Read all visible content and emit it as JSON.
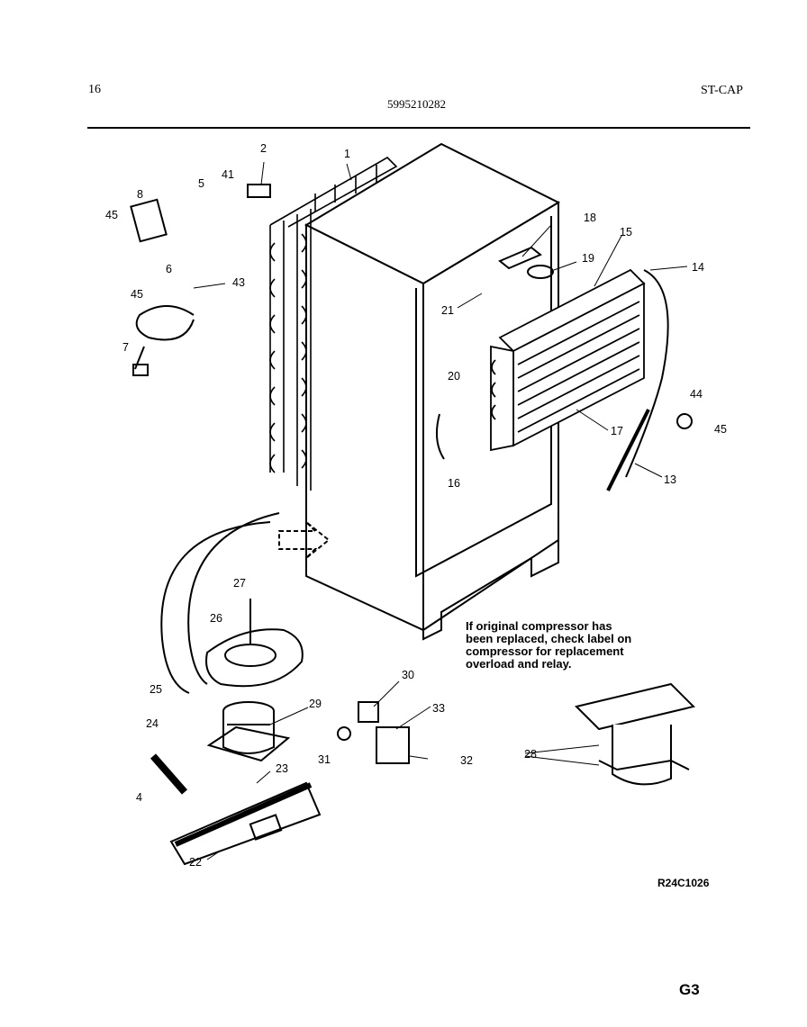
{
  "header": {
    "page_number": "16",
    "model_number": "5995210282",
    "section_code": "ST-CAP"
  },
  "callouts": [
    {
      "id": "c1",
      "text": "1"
    },
    {
      "id": "c2",
      "text": "2"
    },
    {
      "id": "c41",
      "text": "41"
    },
    {
      "id": "c5",
      "text": "5"
    },
    {
      "id": "c8",
      "text": "8"
    },
    {
      "id": "c45a",
      "text": "45"
    },
    {
      "id": "c6",
      "text": "6"
    },
    {
      "id": "c45b",
      "text": "45"
    },
    {
      "id": "c43",
      "text": "43"
    },
    {
      "id": "c7",
      "text": "7"
    },
    {
      "id": "c18",
      "text": "18"
    },
    {
      "id": "c15",
      "text": "15"
    },
    {
      "id": "c19",
      "text": "19"
    },
    {
      "id": "c14",
      "text": "14"
    },
    {
      "id": "c21",
      "text": "21"
    },
    {
      "id": "c20",
      "text": "20"
    },
    {
      "id": "c16",
      "text": "16"
    },
    {
      "id": "c17",
      "text": "17"
    },
    {
      "id": "c44",
      "text": "44"
    },
    {
      "id": "c45c",
      "text": "45"
    },
    {
      "id": "c13",
      "text": "13"
    },
    {
      "id": "c27",
      "text": "27"
    },
    {
      "id": "c26",
      "text": "26"
    },
    {
      "id": "c25",
      "text": "25"
    },
    {
      "id": "c24",
      "text": "24"
    },
    {
      "id": "c29",
      "text": "29"
    },
    {
      "id": "c30",
      "text": "30"
    },
    {
      "id": "c33",
      "text": "33"
    },
    {
      "id": "c31",
      "text": "31"
    },
    {
      "id": "c32",
      "text": "32"
    },
    {
      "id": "c23",
      "text": "23"
    },
    {
      "id": "c4",
      "text": "4"
    },
    {
      "id": "c22",
      "text": "22"
    },
    {
      "id": "c28",
      "text": "28"
    }
  ],
  "note_lines": [
    "If original compressor has",
    "been replaced, check label on",
    "compressor for replacement",
    "overload and relay."
  ],
  "drawing_code": "R24C1026",
  "page_code": "G3"
}
